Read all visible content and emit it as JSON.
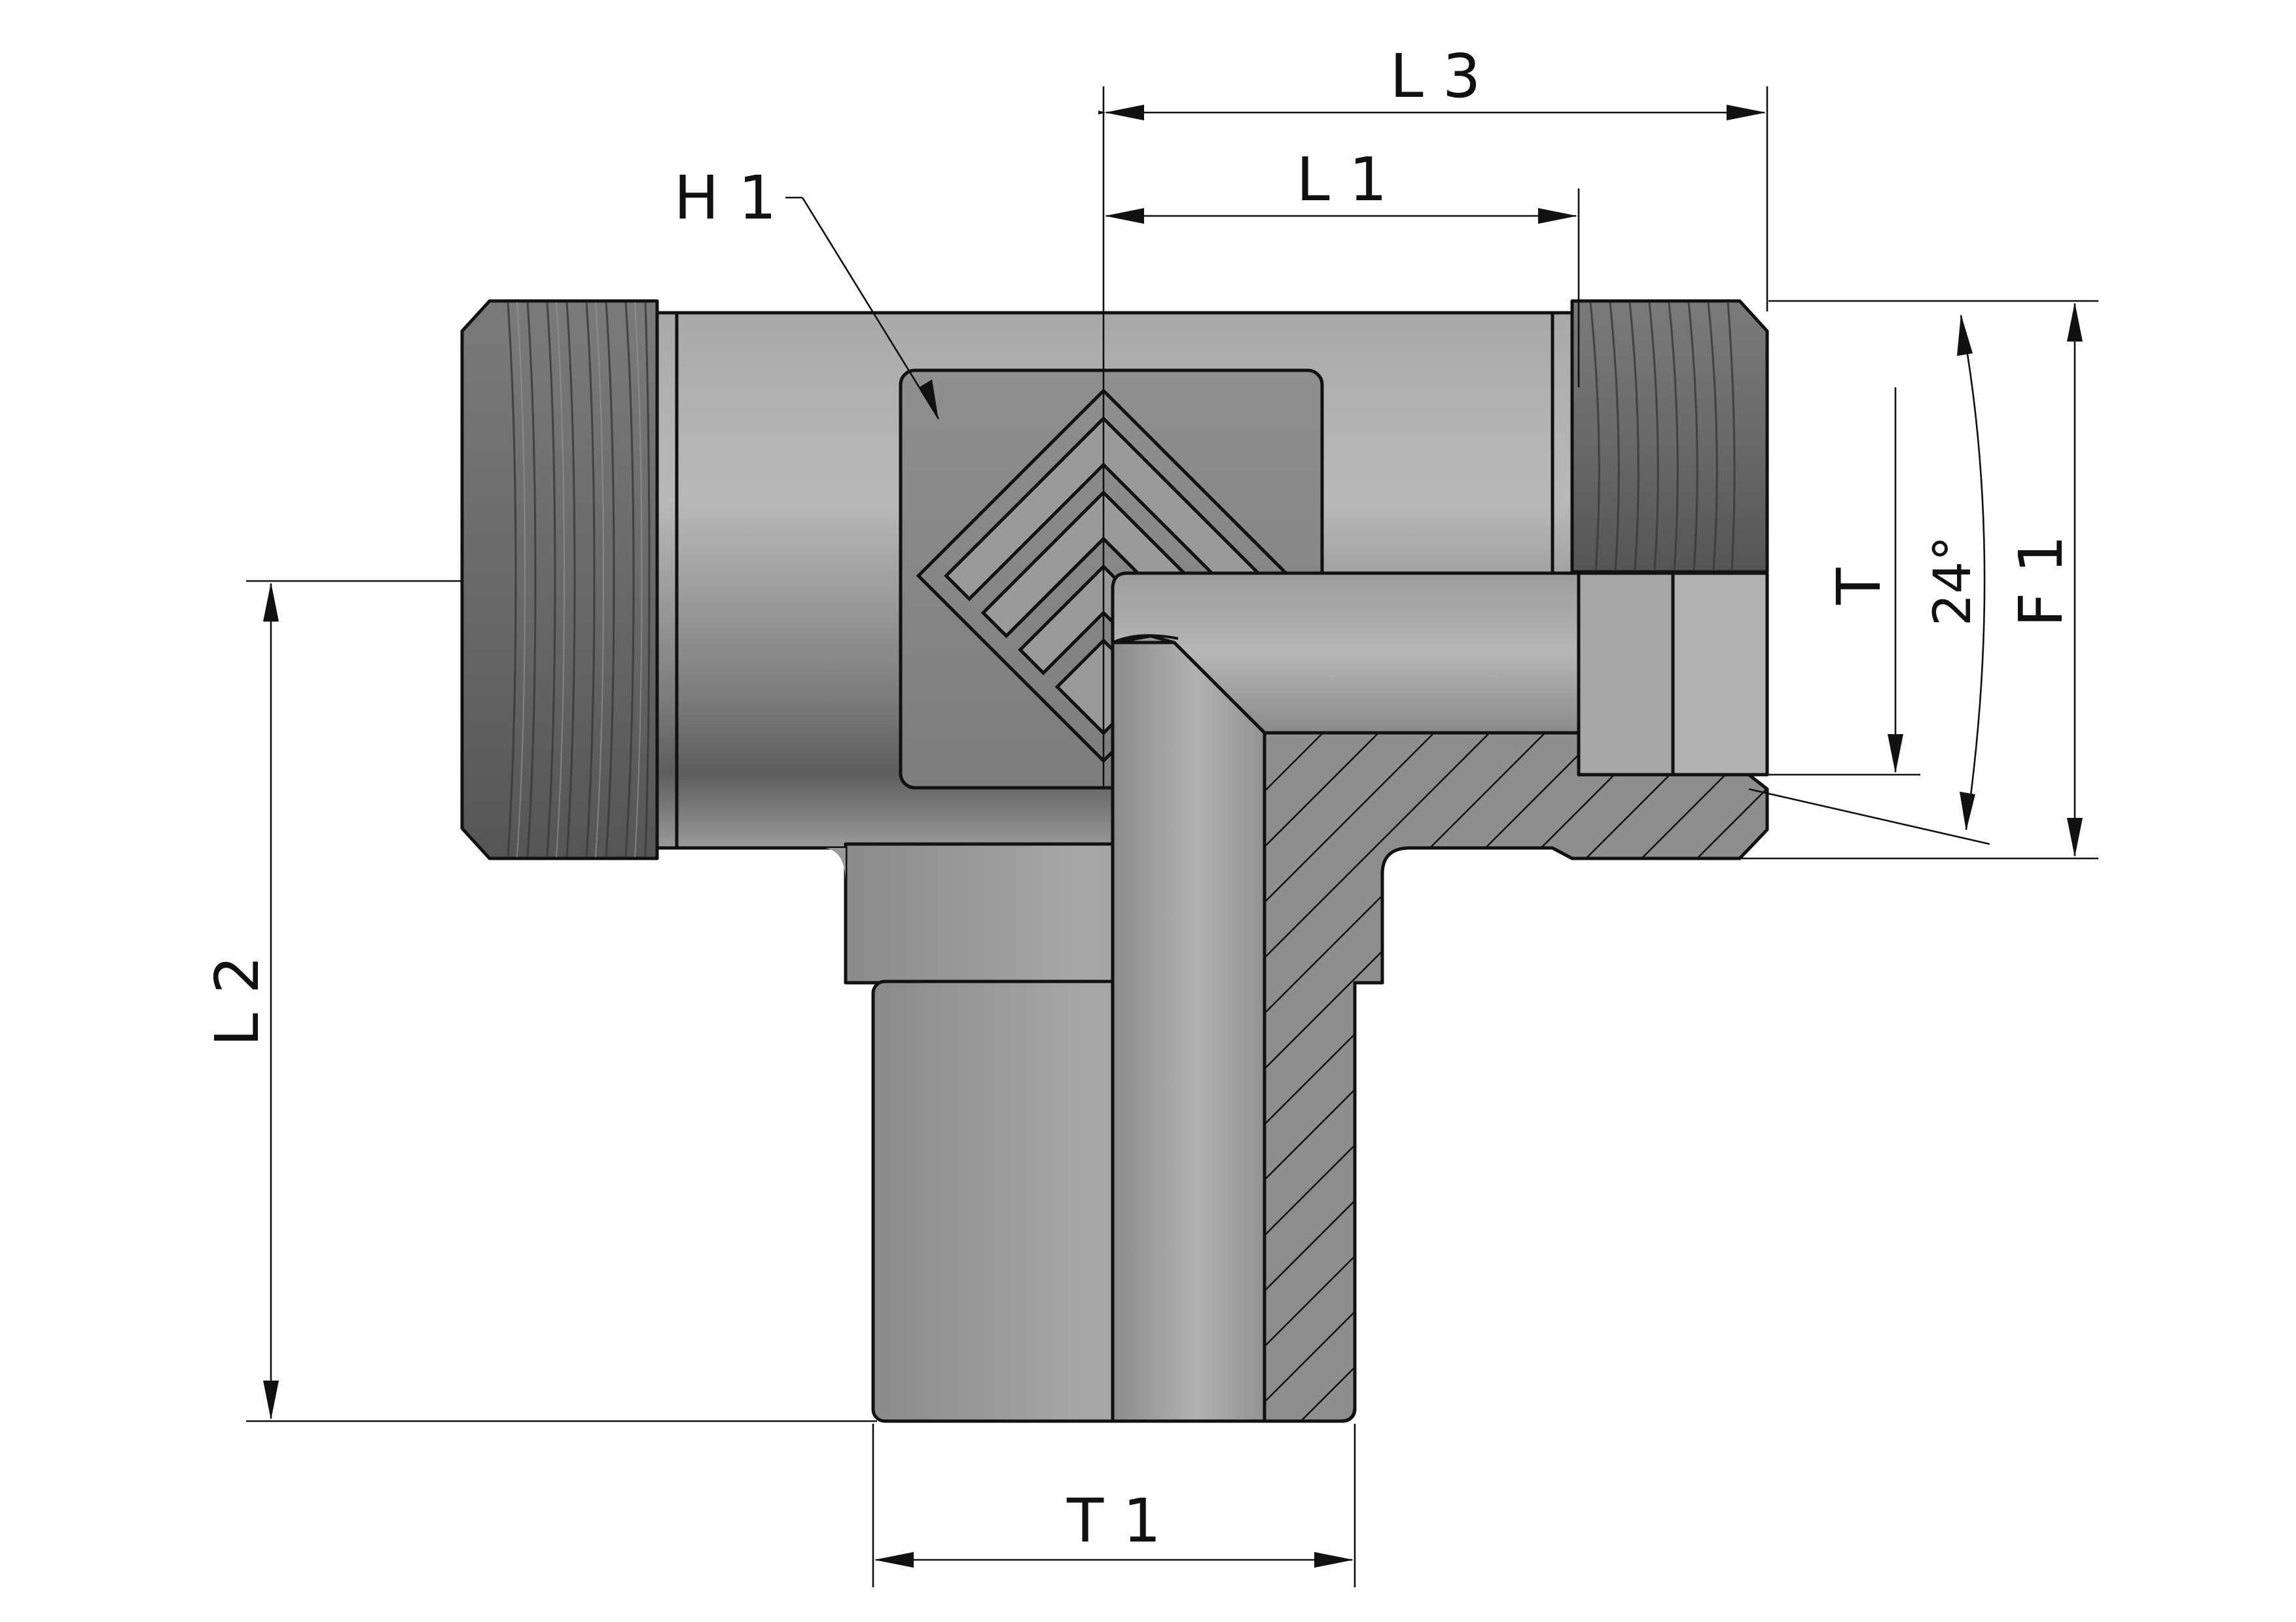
{
  "labels": {
    "l3": "L 3",
    "l1": "L 1",
    "h1": "H 1",
    "l2": "L 2",
    "t1": "T 1",
    "t": "T",
    "angle": "24°",
    "f1": "F 1"
  },
  "colors": {
    "body": "#a7a7a7",
    "body_dark": "#5a5a5a",
    "thread": "#6f6f6f",
    "section": "#8e8e8e",
    "line": "#111111"
  }
}
